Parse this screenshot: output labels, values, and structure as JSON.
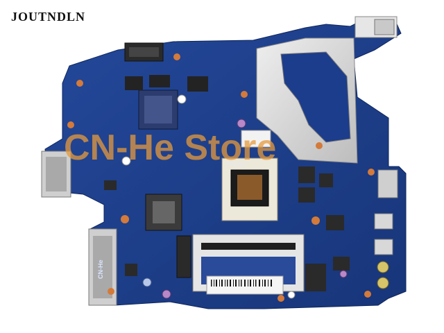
{
  "brand": {
    "name": "JOUTNDLN"
  },
  "watermark": {
    "text": "CN-He Store"
  },
  "labels": {
    "cpu_tag": "CN-He",
    "side_tag": "CN-He"
  },
  "colors": {
    "board": "#1c3d8c",
    "board_dark": "#152f70",
    "heatsink": "#d9d9d9",
    "watermark": "#e69a3c"
  }
}
